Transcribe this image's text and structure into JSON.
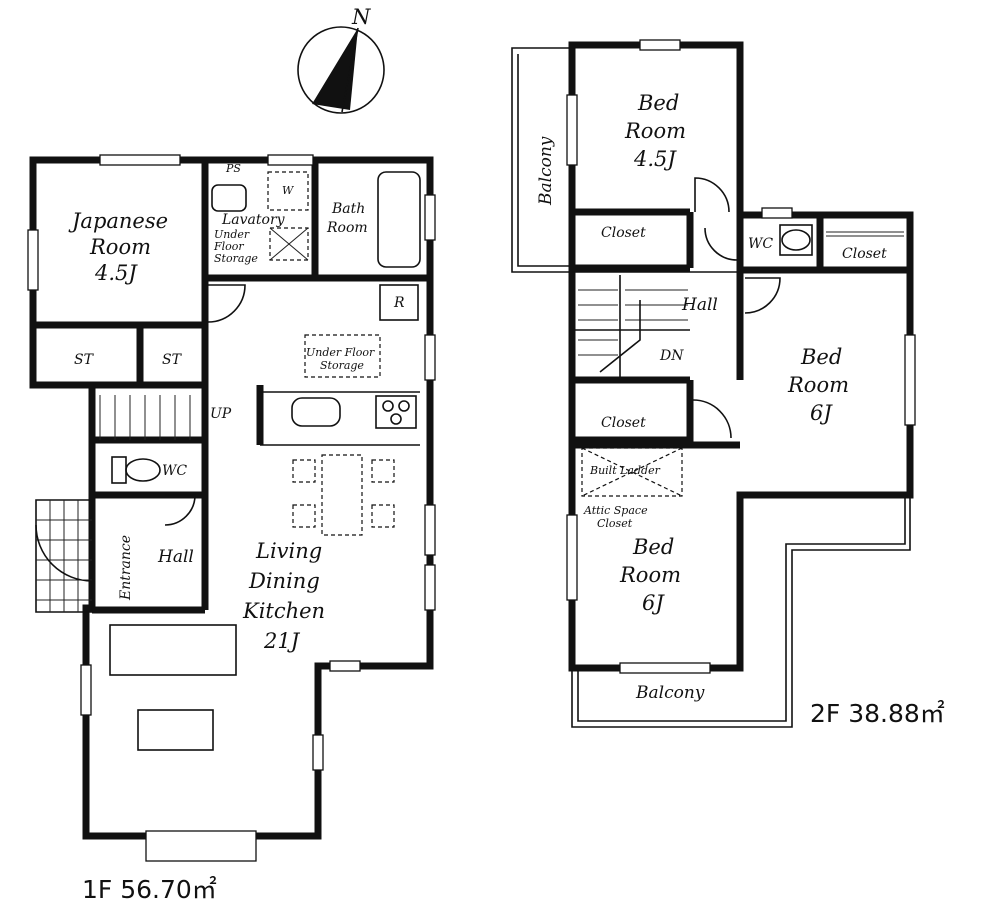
{
  "compass": {
    "north_label": "N"
  },
  "floor1": {
    "area_label": "1F 56.70㎡",
    "rooms": {
      "japanese_line1": "Japanese",
      "japanese_line2": "Room",
      "japanese_line3": "4.5J",
      "st_left": "ST",
      "st_right": "ST",
      "lavatory": "Lavatory",
      "under_floor_1": "Under",
      "under_floor_2": "Floor",
      "under_floor_3": "Storage",
      "w_label": "W",
      "ps_label": "PS",
      "bath_line1": "Bath",
      "bath_line2": "Room",
      "r_label": "R",
      "underfloor_storage_1": "Under Floor",
      "underfloor_storage_2": "Storage",
      "up_label": "UP",
      "wc": "WC",
      "entrance": "Entrance",
      "hall": "Hall",
      "ldk_line1": "Living",
      "ldk_line2": "Dining",
      "ldk_line3": "Kitchen",
      "ldk_line4": "21J"
    }
  },
  "floor2": {
    "area_label": "2F 38.88㎡",
    "rooms": {
      "bed1_line1": "Bed",
      "bed1_line2": "Room",
      "bed1_line3": "4.5J",
      "balcony_top": "Balcony",
      "closet_a": "Closet",
      "wc": "WC",
      "closet_b": "Closet",
      "hall": "Hall",
      "dn_label": "DN",
      "bed2_line1": "Bed",
      "bed2_line2": "Room",
      "bed2_line3": "6J",
      "closet_c": "Closet",
      "built_ladder": "Built Ladder",
      "attic_1": "Attic Space",
      "attic_2": "Closet",
      "bed3_line1": "Bed",
      "bed3_line2": "Room",
      "bed3_line3": "6J",
      "balcony_bottom": "Balcony"
    }
  }
}
